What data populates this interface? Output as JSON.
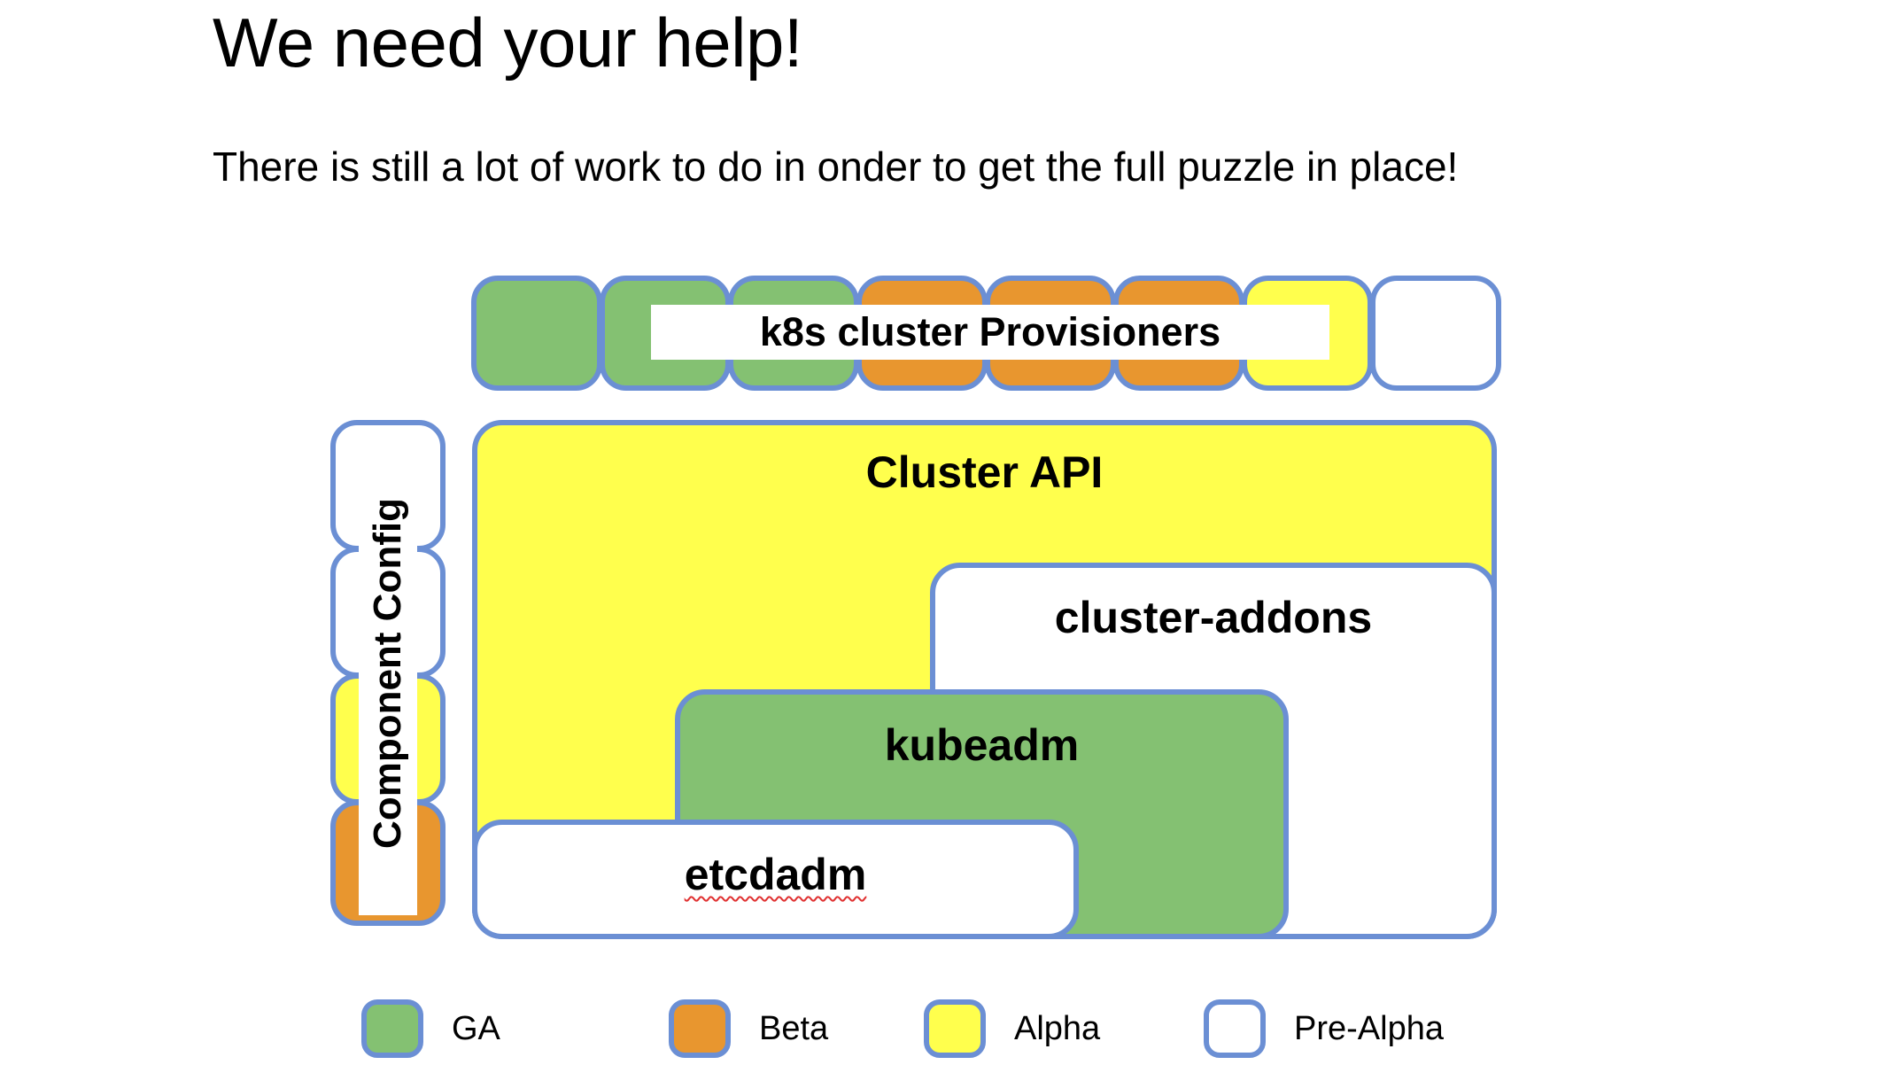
{
  "slide": {
    "title": "We need your help!",
    "subtitle": "There is still a lot of work to do in onder to get the full puzzle in place!"
  },
  "colors": {
    "border": "#6b8fd4",
    "ga_green": "#84c172",
    "beta_orange": "#e8962f",
    "alpha_yellow": "#ffff4d",
    "pre_alpha_white": "#ffffff",
    "spellcheck_red": "#e03030"
  },
  "diagram": {
    "provisioner_row": {
      "label": "k8s cluster Provisioners",
      "boxes": [
        {
          "status": "GA",
          "color": "#84c172"
        },
        {
          "status": "GA",
          "color": "#84c172"
        },
        {
          "status": "GA",
          "color": "#84c172"
        },
        {
          "status": "Beta",
          "color": "#e8962f"
        },
        {
          "status": "Beta",
          "color": "#e8962f"
        },
        {
          "status": "Beta",
          "color": "#e8962f"
        },
        {
          "status": "Alpha",
          "color": "#ffff4d"
        },
        {
          "status": "Pre-Alpha",
          "color": "#ffffff"
        }
      ]
    },
    "component_config": {
      "label": "Component Config",
      "boxes": [
        {
          "status": "Pre-Alpha",
          "color": "#ffffff"
        },
        {
          "status": "Pre-Alpha",
          "color": "#ffffff"
        },
        {
          "status": "Alpha",
          "color": "#ffff4d"
        },
        {
          "status": "Beta",
          "color": "#e8962f"
        }
      ]
    },
    "blocks": [
      {
        "label": "Cluster API",
        "status": "Alpha",
        "color": "#ffff4d"
      },
      {
        "label": "cluster-addons",
        "status": "Pre-Alpha",
        "color": "#ffffff"
      },
      {
        "label": "kubeadm",
        "status": "GA",
        "color": "#84c172"
      },
      {
        "label": "etcdadm",
        "status": "Pre-Alpha",
        "color": "#ffffff",
        "spellcheck_flagged": true
      }
    ]
  },
  "legend": {
    "items": [
      {
        "label": "GA",
        "color": "#84c172"
      },
      {
        "label": "Beta",
        "color": "#e8962f"
      },
      {
        "label": "Alpha",
        "color": "#ffff4d"
      },
      {
        "label": "Pre-Alpha",
        "color": "#ffffff"
      }
    ]
  }
}
